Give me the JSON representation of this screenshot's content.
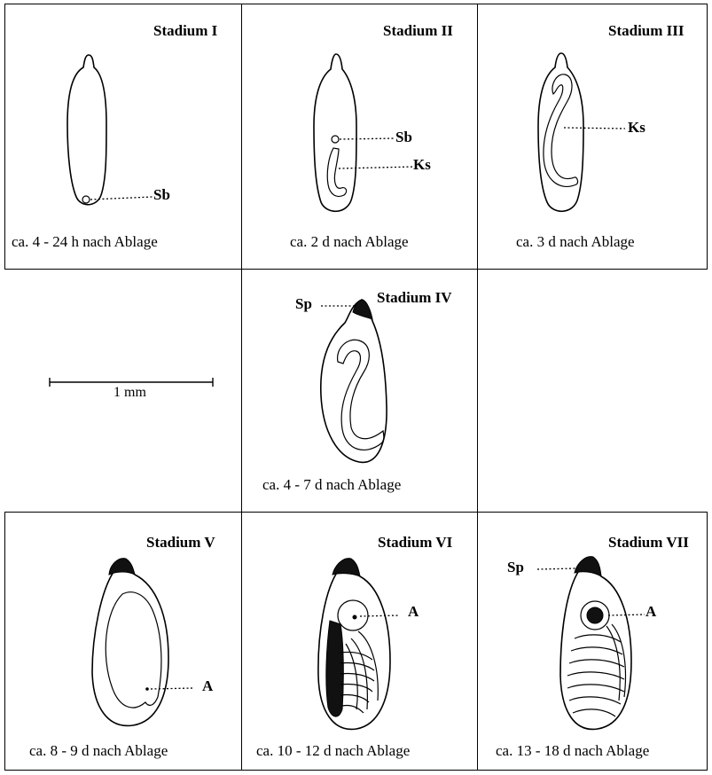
{
  "figure": {
    "stages": [
      {
        "title": "Stadium I",
        "caption": "ca. 4 - 24 h nach Ablage",
        "labels": [
          "Sb"
        ]
      },
      {
        "title": "Stadium II",
        "caption": "ca. 2 d nach Ablage",
        "labels": [
          "Sb",
          "Ks"
        ]
      },
      {
        "title": "Stadium III",
        "caption": "ca. 3 d nach Ablage",
        "labels": [
          "Ks"
        ]
      },
      {
        "title": "Stadium IV",
        "caption": "ca. 4 - 7 d nach Ablage",
        "labels": [
          "Sp"
        ]
      },
      {
        "title": "Stadium V",
        "caption": "ca. 8 - 9 d nach Ablage",
        "labels": [
          "A"
        ]
      },
      {
        "title": "Stadium VI",
        "caption": "ca. 10 - 12 d nach Ablage",
        "labels": [
          "A"
        ]
      },
      {
        "title": "Stadium VII",
        "caption": "ca. 13 - 18 d nach Ablage",
        "labels": [
          "Sp",
          "A"
        ]
      }
    ],
    "scale_bar": {
      "label": "1 mm"
    }
  }
}
